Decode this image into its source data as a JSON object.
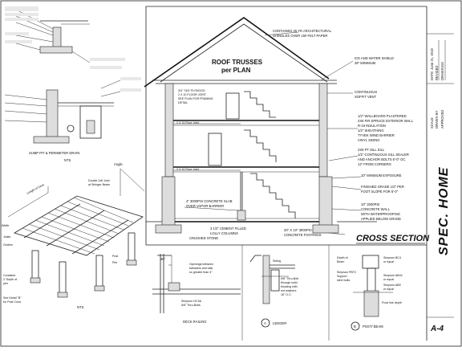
{
  "sheet": {
    "number": "A-4",
    "project_title": "SPEC. HOME",
    "title_block": [
      "DATE: June 21, 2019",
      "REVISED",
      "DRAWINGS",
      "SCALE",
      "DRAWN BY",
      "APPROVED"
    ]
  },
  "cross_section": {
    "title": "CROSS SECTION",
    "roof_trusses": [
      "ROOF TRUSSES",
      "per PLAN"
    ],
    "callouts_top": [
      "CONTAINED 25 YR ARCHITECTURAL",
      "SHINGLES OVER 15# FELT PAPER"
    ],
    "ice_shield": [
      "ICE AND WATER SHIELD",
      "36\" MINIMUM"
    ],
    "ridge_vent": [
      "CONTINUOUS",
      "SOFFIT VENT"
    ],
    "callouts_left_upper": [
      "3/4\" T&G PLYWOOD",
      "2 X 10 FLOOR JOIST",
      "SEE PLAN FOR FRAMING",
      "DETAIL"
    ],
    "callouts_right_wall": [
      "1/2\" WALLBOARD PLASTERED",
      "2X6 FIR SPRUCE EXTERIOR WALL",
      "R-19 INSULATION",
      "1/2\" SHEATHING",
      "TYVEK WIND BARRIER",
      "VINYL SIDING"
    ],
    "sill": [
      "2X6 PT SILL SILL",
      "1/2\" CONTINUOUS SILL SEALER",
      "AND ANCHOR BOLTS 6'-0\" OC",
      "12\" FROM CORNERS"
    ],
    "exposure": "10\" MINIMUM EXPOSURE",
    "grade": [
      "FINISHED GRADE 1/2\" PER",
      "FOOT SLOPE FOR 6'-0\""
    ],
    "foundation": [
      "10\" 3000PSI",
      "CONCRETE WALL",
      "WITH WATERPROOFING",
      "APPLIED BELOW GRADE"
    ],
    "slab": [
      "4\" 3000PSI CONCRETE SLAB",
      "OVER VAPOR BARRIER"
    ],
    "footing": [
      "20\" X 10\" 3000PSI",
      "CONCRETE FOOTINGS"
    ],
    "column": [
      "3 1/2\" CEMENT FILLED",
      "LOLLY COLUMNS"
    ],
    "stone": "CRUSHED STONE",
    "floor_joist_labels": [
      "2 X 10 Floor Joist",
      "2 X 10 Floor Joist"
    ]
  },
  "details": {
    "sump_title": "SUMP PIT & PERIMETER DRAIN",
    "sump_scale": "NTS",
    "framing_scale": "NTS",
    "framing_labels": [
      "Angle",
      "Length of Deck",
      "Double 2x8 Joist",
      "at Stringer Beam",
      "Width",
      "Joists",
      "Girders",
      "Post",
      "Pier",
      "Container",
      "2' Depth of",
      "pier",
      "See Detail \"B\"",
      "for Post Conn."
    ],
    "deck_railing": "DECK RAILING",
    "railing_labels": [
      "36\"",
      "Openings between",
      "balusters and rails",
      "no greater than 4\"",
      "Simpson H2.5A",
      "5/8\" Thru-Bolts"
    ],
    "ledger": "LEDGER",
    "ledger_letter": "A",
    "ledger_labels": [
      "Siding",
      "5/8\" Thru-Bolt",
      "through solid",
      "blocking with",
      "nut washers",
      "16\" O.C."
    ],
    "post_beam": "POST/ BEAM",
    "post_letter": "B",
    "post_labels": [
      "Depth of",
      "Beam",
      "Simpson BC4",
      "or equal",
      "Simpson PBT2",
      "Support",
      "steel bolts",
      "Simpson AB44",
      "or equal",
      "Simpson ABE",
      "or equal",
      "Frost line depth"
    ]
  }
}
